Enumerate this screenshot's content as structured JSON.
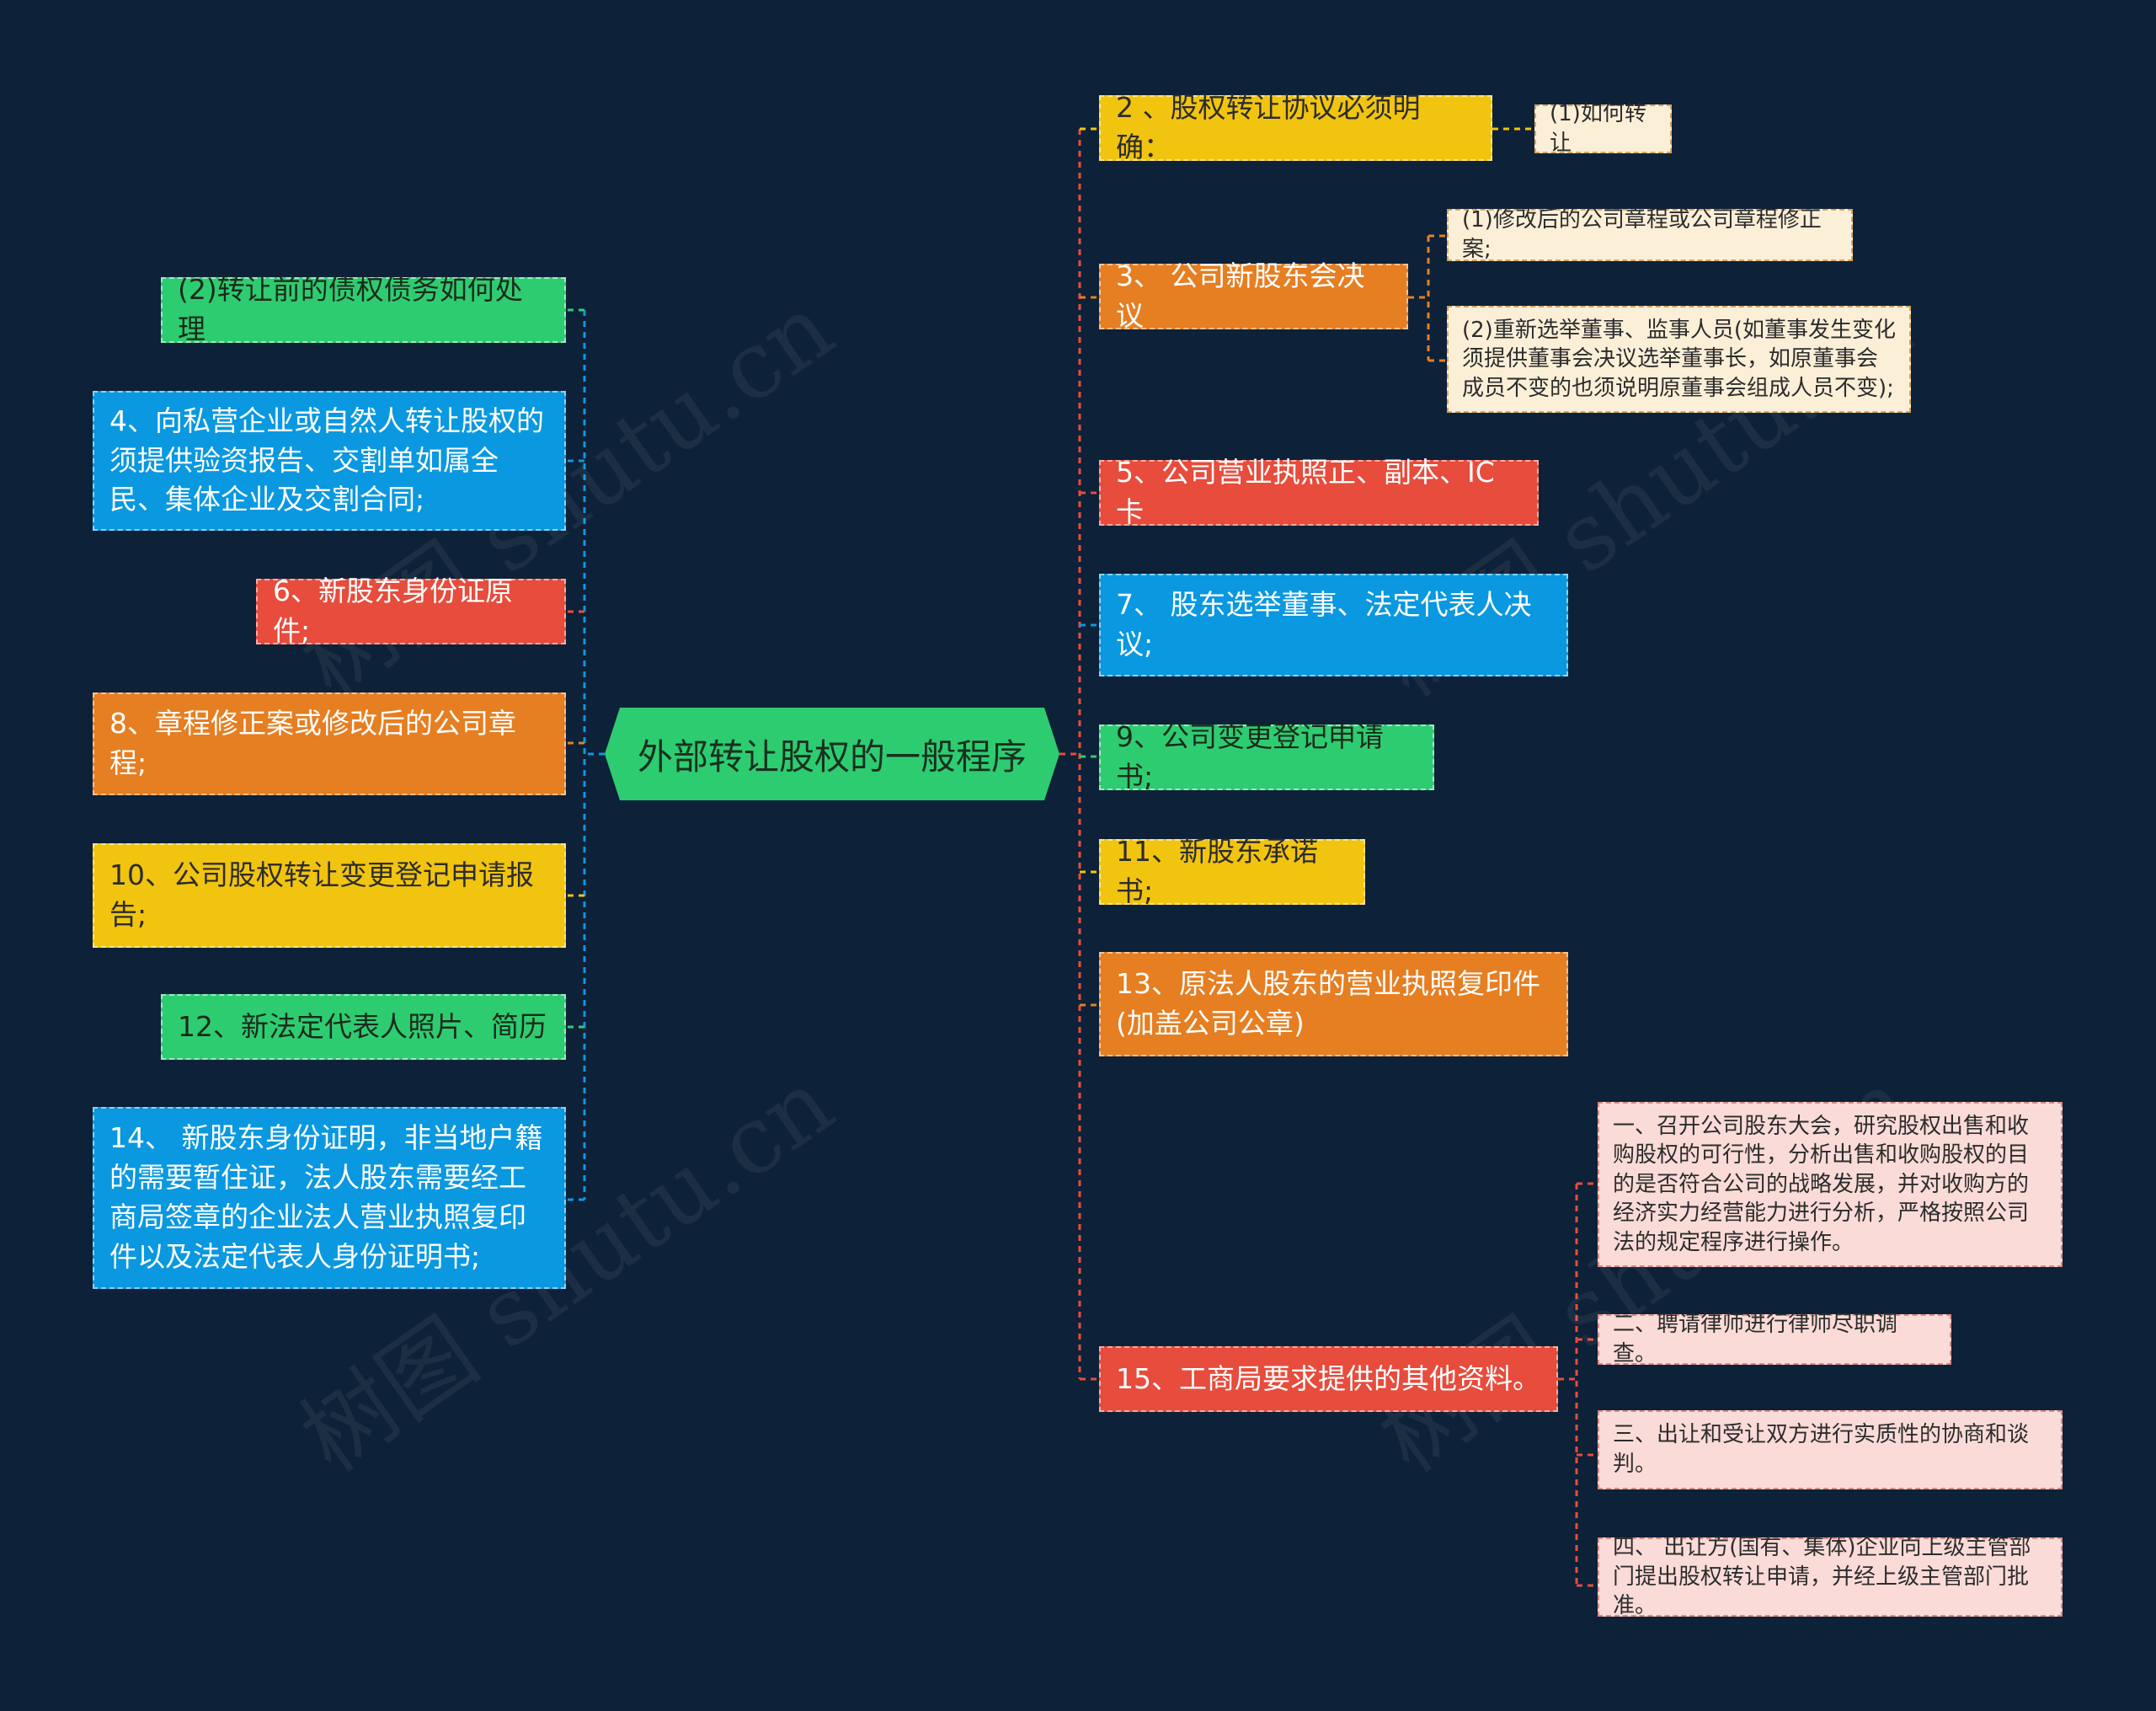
{
  "root": "外部转让股权的一般程序",
  "watermark": "树图 shutu.cn",
  "right": {
    "r2": "2 、股权转让协议必须明确：",
    "r2a": "(1)如何转让",
    "r3": "3、 公司新股东会决议",
    "r3a": "(1)修改后的公司章程或公司章程修正案;",
    "r3b": "(2)重新选举董事、监事人员(如董事发生变化须提供董事会决议选举董事长，如原董事会成员不变的也须说明原董事会组成人员不变);",
    "r5": "5、公司营业执照正、副本、IC卡",
    "r7": "7、 股东选举董事、法定代表人决议;",
    "r9": "9、公司变更登记申请书;",
    "r11": "11、新股东承诺书;",
    "r13": "13、原法人股东的营业执照复印件(加盖公司公章)",
    "r15": "15、工商局要求提供的其他资料。",
    "r15a": "一、召开公司股东大会，研究股权出售和收购股权的可行性，分析出售和收购股权的目的是否符合公司的战略发展，并对收购方的经济实力经营能力进行分析，严格按照公司法的规定程序进行操作。",
    "r15b": "二、聘请律师进行律师尽职调查。",
    "r15c": "三、出让和受让双方进行实质性的协商和谈判。",
    "r15d": "四、 出让方(国有、集体)企业向上级主管部门提出股权转让申请，并经上级主管部门批准。"
  },
  "left": {
    "l2": "(2)转让前的债权债务如何处理",
    "l4": "4、向私营企业或自然人转让股权的须提供验资报告、交割单如属全民、集体企业及交割合同;",
    "l6": "6、新股东身份证原件;",
    "l8": "8、章程修正案或修改后的公司章程;",
    "l10": "10、公司股权转让变更登记申请报告;",
    "l12": "12、新法定代表人照片、简历",
    "l14": "14、 新股东身份证明，非当地户籍的需要暂住证，法人股东需要经工商局签章的企业法人营业执照复印件以及法定代表人身份证明书;"
  },
  "colors": {
    "background": "#0d2138",
    "yellow": "#f1c40f",
    "orange": "#e67e22",
    "red": "#e74c3c",
    "blue": "#0a98e0",
    "green": "#2ecc71"
  }
}
